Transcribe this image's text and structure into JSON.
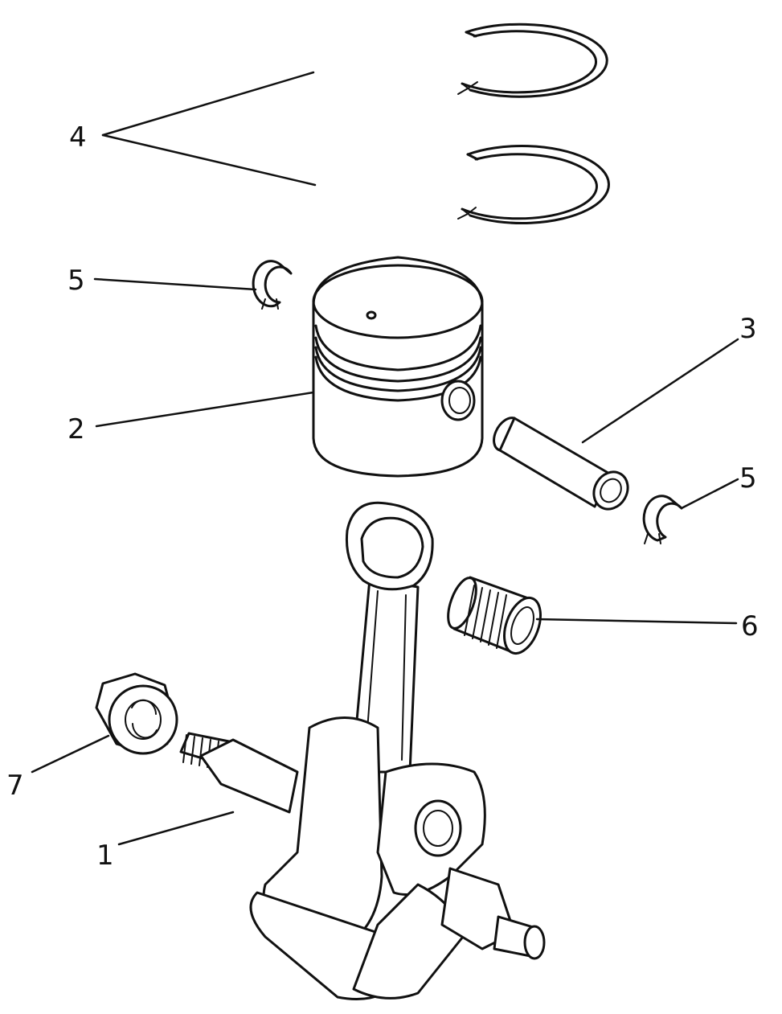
{
  "callouts": {
    "crankshaft": "1",
    "piston": "2",
    "piston_pin": "3",
    "piston_rings": "4",
    "circlip_left": "5",
    "circlip_right": "5",
    "needle_bearing": "6",
    "flange_nut": "7"
  }
}
